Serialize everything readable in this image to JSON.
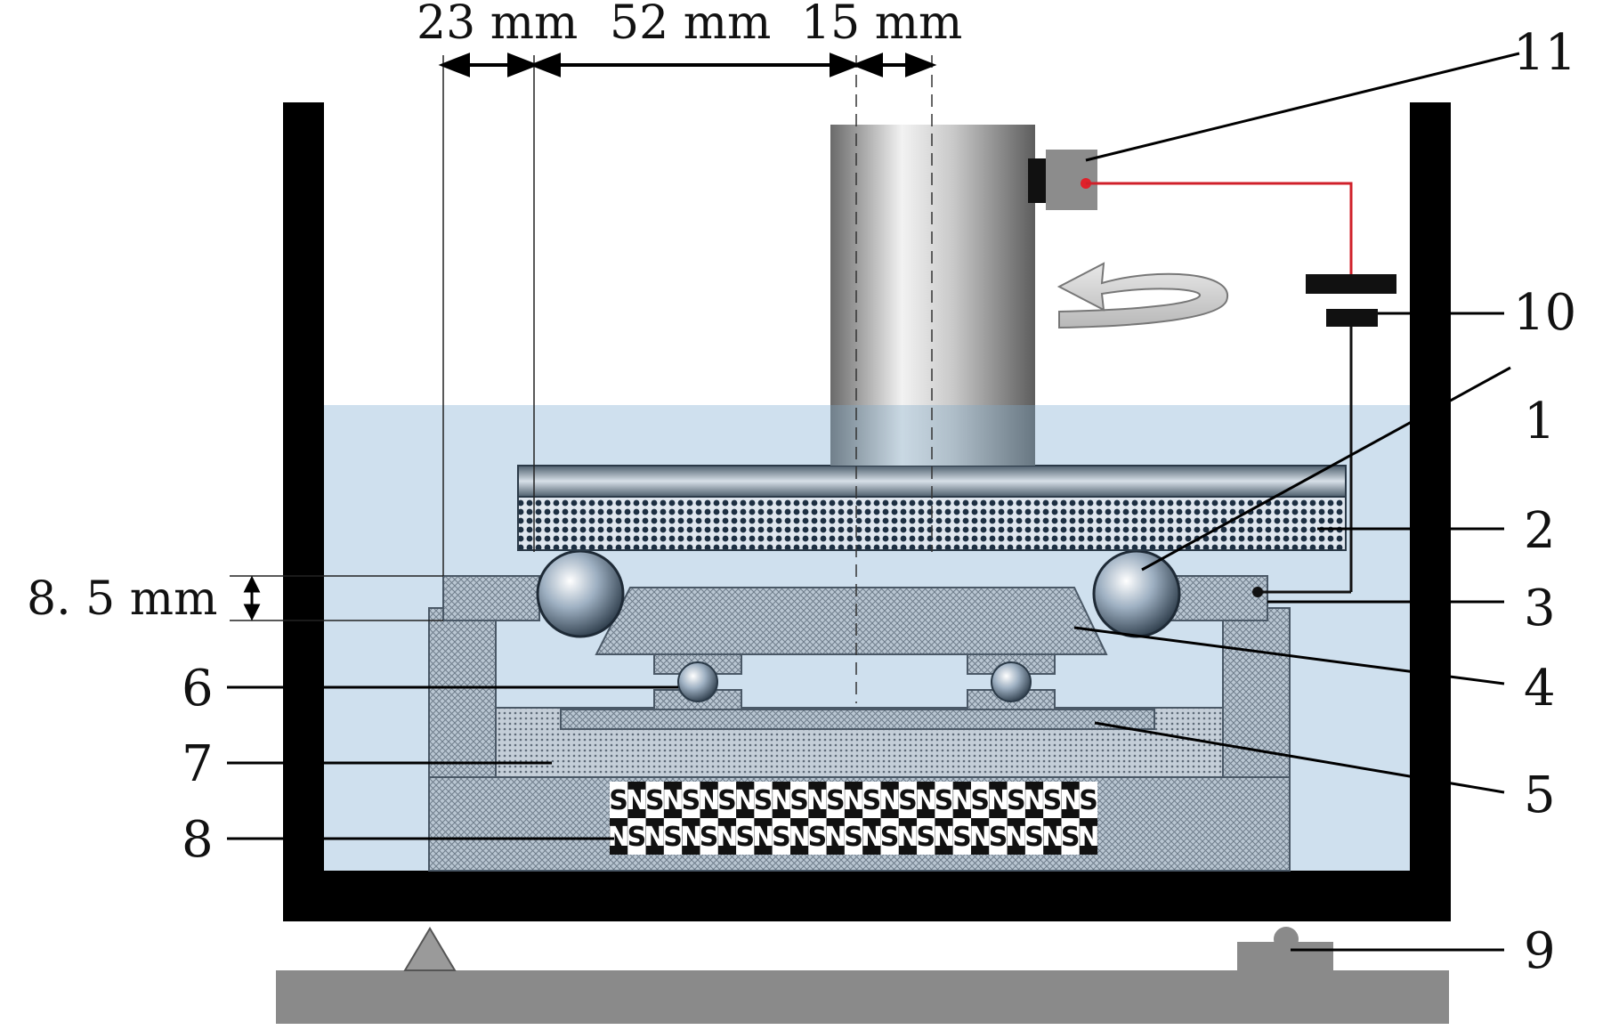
{
  "dimensions": {
    "d1": "23 mm",
    "d2": "52 mm",
    "d3": "15 mm",
    "gap": "8. 5 mm"
  },
  "labels": {
    "l1": "1",
    "l2": "2",
    "l3": "3",
    "l4": "4",
    "l5": "5",
    "l6": "6",
    "l7": "7",
    "l8": "8",
    "l9": "9",
    "l10": "10",
    "l11": "11"
  },
  "magnets": {
    "row_top": "SNSNSNSNSNSNSNSNSNSNSNSNSNS",
    "row_bottom": "NSNSNSNSNSNSNSNSNSNSNSNSNSN"
  },
  "colors": {
    "fluid": "#cfe0ee",
    "tank": "#000000",
    "base": "#8a8a8a",
    "wire": "#d0202a",
    "sensor_dot": "#e0202a"
  }
}
